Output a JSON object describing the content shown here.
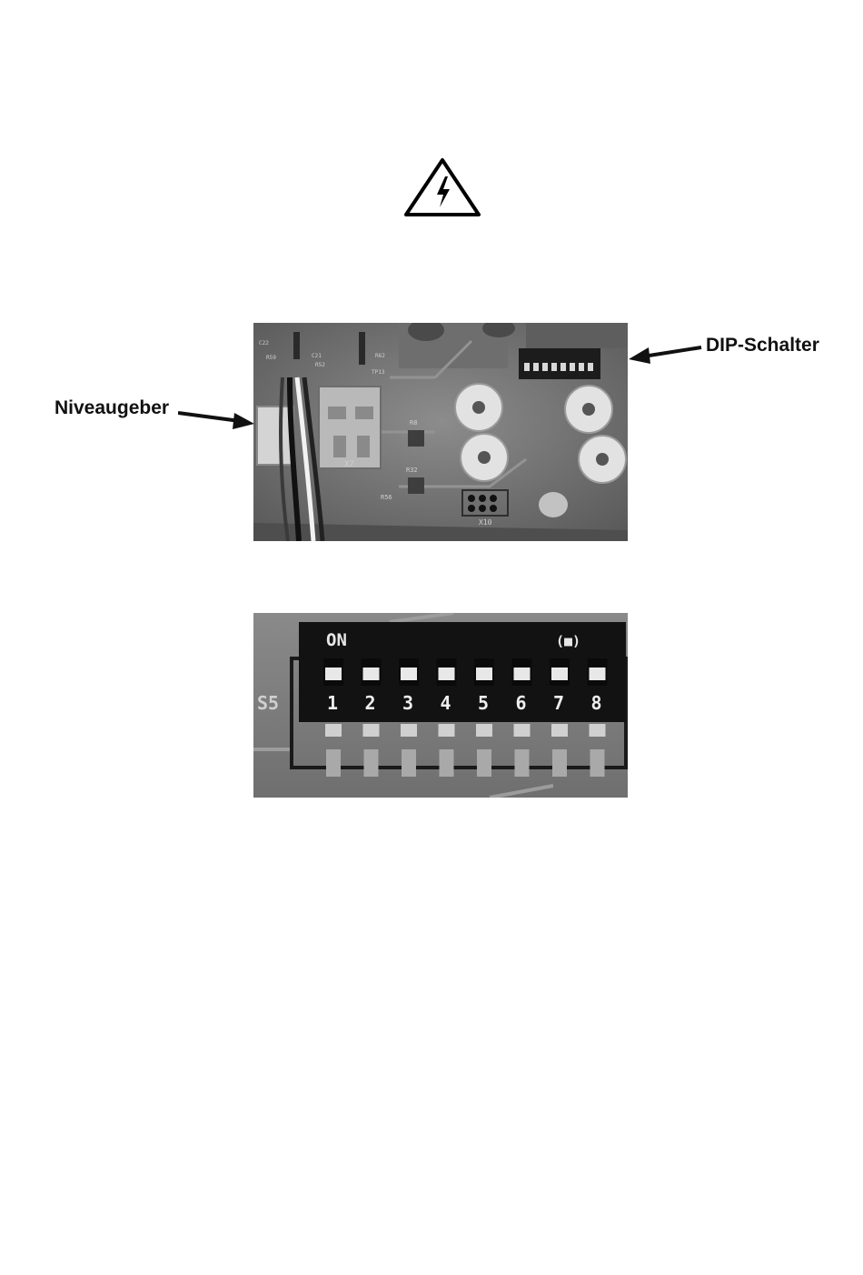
{
  "warning": {
    "icon": "high-voltage-warning-icon"
  },
  "figure1": {
    "callouts": {
      "level_sensor": "Niveaugeber",
      "dip_switch": "DIP-Schalter"
    },
    "board_labels": {
      "terminal": "X7",
      "header": "X10",
      "resistor_a": "R56",
      "resistor_b": "R32",
      "resistor_c": "R8",
      "silk_c22": "C22",
      "silk_r59": "R59",
      "silk_c21": "C21",
      "silk_r52": "R52",
      "silk_r62": "R62",
      "silk_tp13": "TP13"
    }
  },
  "figure2": {
    "on_label": "ON",
    "switch_id": "S5",
    "mark": "(■)",
    "positions": [
      "1",
      "2",
      "3",
      "4",
      "5",
      "6",
      "7",
      "8"
    ]
  }
}
